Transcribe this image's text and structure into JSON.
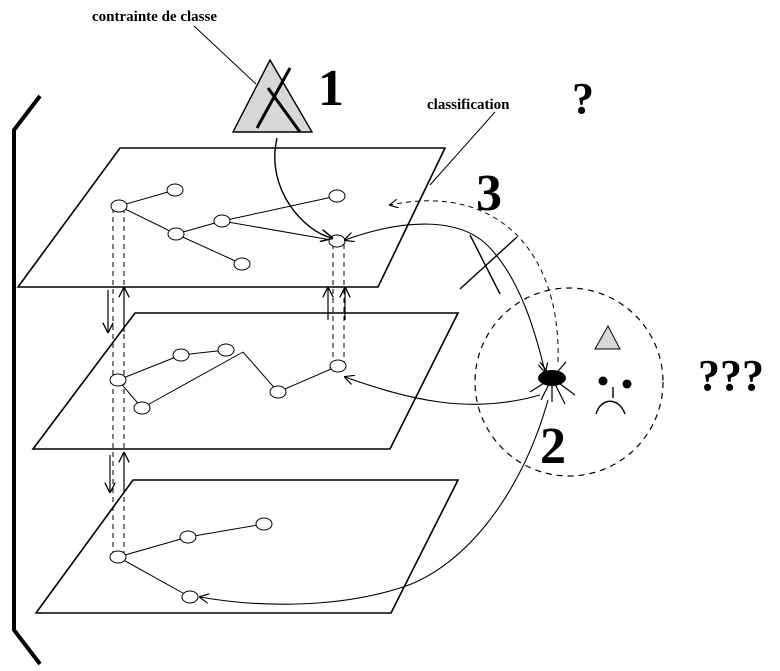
{
  "labels": {
    "class_constraint": "contrainte de classe",
    "classification": "classification",
    "question_single": "?",
    "question_triple": "???",
    "step_1": "1",
    "step_2": "2",
    "step_3": "3"
  },
  "colors": {
    "ink": "#000000",
    "triangle_fill": "#d8d8d8",
    "background": "#ffffff"
  },
  "icons": {
    "sad_face": "sad-face-icon",
    "class_triangle": "class-constraint-triangle-icon",
    "small_triangle": "small-triangle-icon"
  }
}
